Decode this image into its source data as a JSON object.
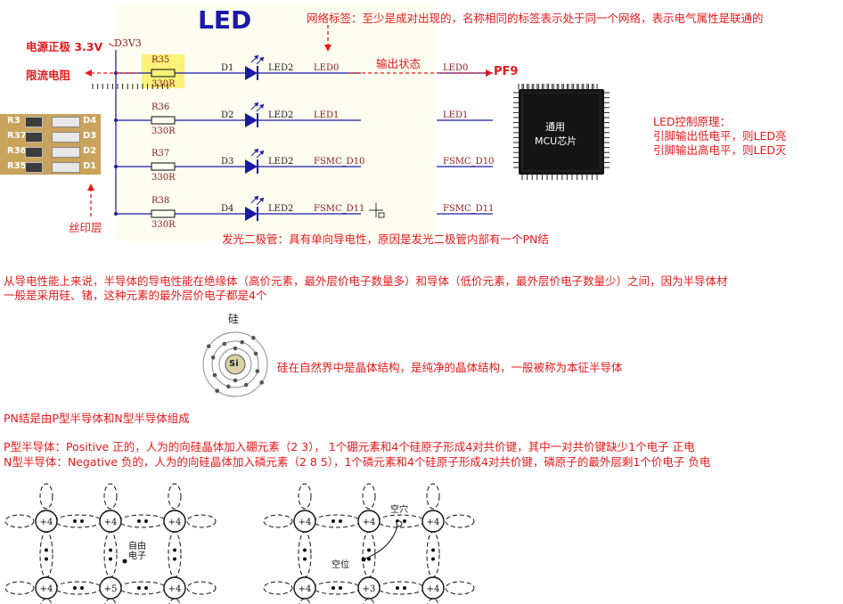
{
  "schematic": {
    "title": "LED",
    "supply_net": "D3V3",
    "leds": [
      {
        "resistor": "R35",
        "value": "330R",
        "designator": "D1",
        "part": "LED2",
        "net": "LED0",
        "mcu_net": "LED0"
      },
      {
        "resistor": "R36",
        "value": "330R",
        "designator": "D2",
        "part": "LED2",
        "net": "LED1",
        "mcu_net": "LED1"
      },
      {
        "resistor": "R37",
        "value": "330R",
        "designator": "D3",
        "part": "LED2",
        "net": "FSMC_D10",
        "mcu_net": "FSMC_D10"
      },
      {
        "resistor": "R38",
        "value": "330R",
        "designator": "D4",
        "part": "LED2",
        "net": "FSMC_D11",
        "mcu_net": "FSMC_D11"
      }
    ],
    "chip_label_1": "通用",
    "chip_label_2": "MCU芯片",
    "pin_label": "PF9"
  },
  "silkscreen": {
    "rows": [
      {
        "left": "R3",
        "right": "D4"
      },
      {
        "left": "R37",
        "right": "D3"
      },
      {
        "left": "R36",
        "right": "D2"
      },
      {
        "left": "R35",
        "right": "D1"
      }
    ]
  },
  "annotations": {
    "net_label_note": "网络标签：至少是成对出现的，名称相同的标签表示处于同一个网络，表示电气属性是联通的",
    "power_note": "电源正极 3.3V",
    "resistor_note": "限流电阻",
    "output_state": "输出状态",
    "silkscreen_note": "丝印层",
    "led_principle_title": "LED控制原理：",
    "led_principle_low": "引脚输出低电平，则LED亮",
    "led_principle_high": "引脚输出高电平，则LED灭",
    "diode_note": "发光二极管：具有单向导电性，原因是发光二极管内部有一个PN结"
  },
  "body_text": {
    "semiconductor_line1": "从导电性能上来说，半导体的导电性能在绝缘体（高价元素，最外层价电子数量多）和导体（低价元素，最外层价电子数量少）之间，因为半导体材",
    "semiconductor_line2": "一般是采用硅、锗，这种元素的最外层价电子都是4个",
    "silicon_label": "硅",
    "silicon_symbol": "Si",
    "silicon_note": "硅在自然界中是晶体结构，是纯净的晶体结构，一般被称为本征半导体",
    "pn_junction": "PN结是由P型半导体和N型半导体组成",
    "p_type": "P型半导体：Positive   正的，人为的向硅晶体加入硼元素（2 3），  1个硼元素和4个硅原子形成4对共价键，其中一对共价键缺少1个电子   正电",
    "n_type": "N型半导体：Negative 负的，人为的向硅晶体加入磷元素（2 8 5），1个磷元素和4个硅原子形成4对共价键，磷原子的最外层剩1个价电子   负电"
  },
  "lattice": {
    "left_atoms_row1": [
      "+4",
      "+4",
      "+4"
    ],
    "left_atoms_row2": [
      "+4",
      "+5",
      "+4"
    ],
    "left_label": "自由\n电子",
    "right_atoms_row1": [
      "+4",
      "+4",
      "+4"
    ],
    "right_atoms_row2": [
      "+4",
      "+3",
      "+4"
    ],
    "hole_label": "空穴",
    "vacancy_label": "空位"
  }
}
